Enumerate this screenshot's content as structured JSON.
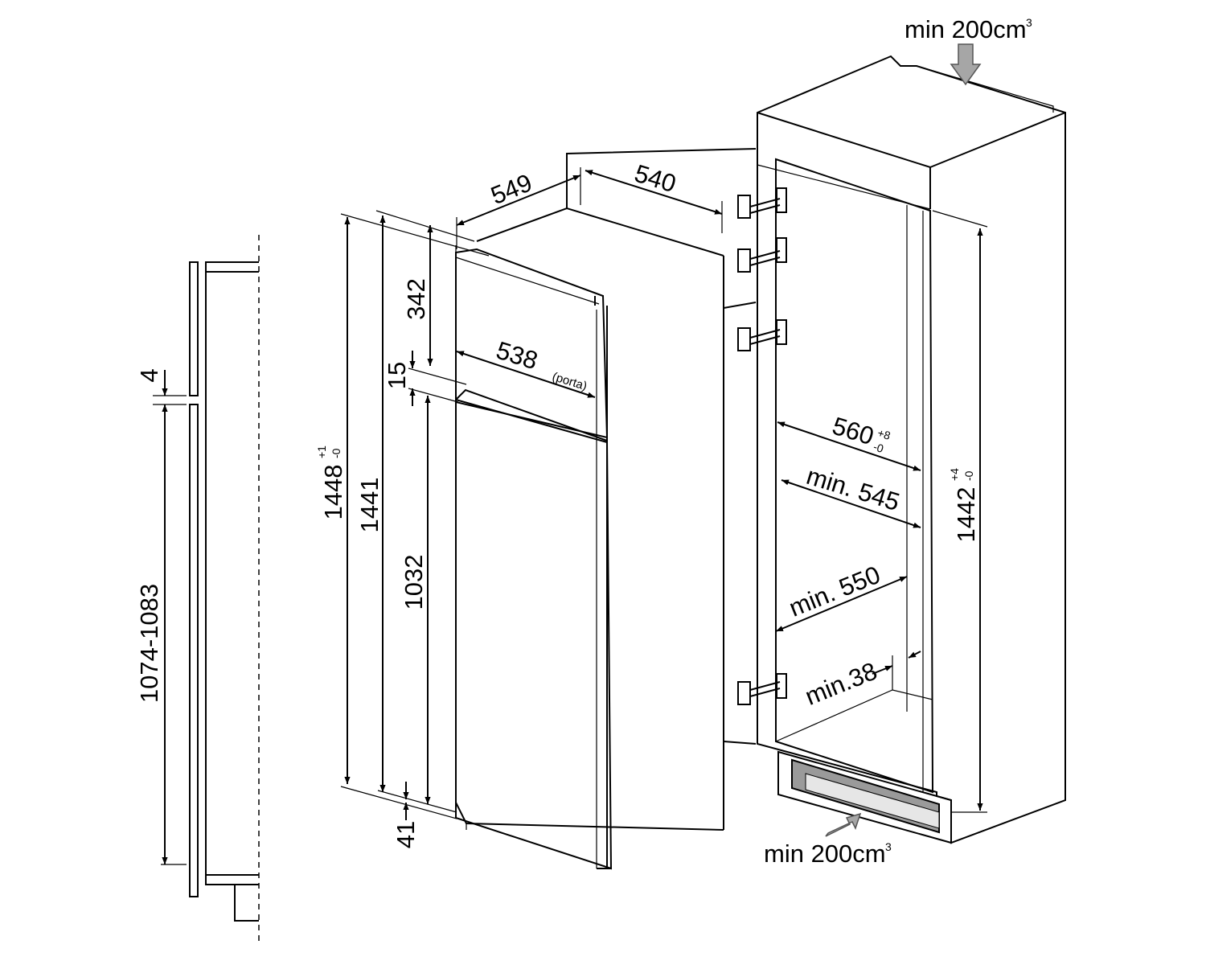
{
  "vent": {
    "top": {
      "text": "min 200cm",
      "sup": "3"
    },
    "bottom": {
      "text": "min 200cm",
      "sup": "3"
    }
  },
  "door_panel": {
    "gap": "4",
    "lower_door": "1074-1083"
  },
  "appliance": {
    "depth": "549",
    "width": "540",
    "total_height": {
      "value": "1448",
      "tol_plus": "+1",
      "tol_minus": "-0"
    },
    "height": "1441",
    "freezer_door": "342",
    "door_gap": "15",
    "fridge_door": "1032",
    "plinth": "41",
    "door_width": {
      "value": "538",
      "note": "(porta)"
    }
  },
  "niche": {
    "width": {
      "value": "560",
      "tol_plus": "+8",
      "tol_minus": "-0"
    },
    "min_width": "min. 545",
    "min_depth": "min. 550",
    "min_gap": "min.38",
    "height": {
      "value": "1442",
      "tol_plus": "+4",
      "tol_minus": "-0"
    }
  },
  "colors": {
    "line": "#000000",
    "arrow_fill": "#a6a6a6",
    "vent_recess": "#9a9a9a"
  }
}
